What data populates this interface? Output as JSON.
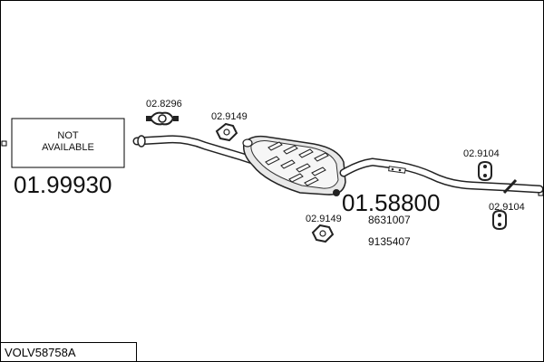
{
  "diagram": {
    "not_available_line1": "NOT",
    "not_available_line2": "AVAILABLE",
    "main_part_number": "01.99930",
    "silencer_part_number": "01.58800",
    "oem_numbers": [
      "8631007",
      "9135407"
    ],
    "clamp_label": "02.8296",
    "mount_labels": [
      "02.9149",
      "02.9149",
      "02.9104",
      "02.9104"
    ]
  },
  "footer": {
    "code": "VOLV58758A"
  }
}
